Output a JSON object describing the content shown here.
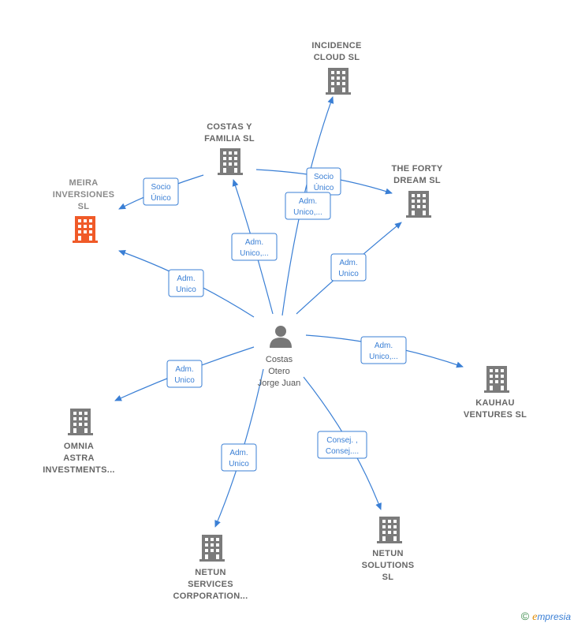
{
  "colors": {
    "edge": "#3a7fd5",
    "building": "#7b7b7b",
    "building_highlight": "#f05a28",
    "person": "#777777"
  },
  "center": {
    "label_lines": [
      "Costas",
      "Otero",
      "Jorge Juan"
    ],
    "icon": "person-icon"
  },
  "nodes": [
    {
      "id": "meira",
      "lines": [
        "MEIRA",
        "INVERSIONES",
        "SL"
      ],
      "highlight": true
    },
    {
      "id": "costas-familia",
      "lines": [
        "COSTAS Y",
        "FAMILIA  SL"
      ]
    },
    {
      "id": "incidence",
      "lines": [
        "INCIDENCE",
        "CLOUD  SL"
      ]
    },
    {
      "id": "forty-dream",
      "lines": [
        "THE FORTY",
        "DREAM  SL"
      ]
    },
    {
      "id": "kauhau",
      "lines": [
        "KAUHAU",
        "VENTURES  SL"
      ]
    },
    {
      "id": "omnia",
      "lines": [
        "OMNIA",
        "ASTRA",
        "INVESTMENTS..."
      ]
    },
    {
      "id": "netun-services",
      "lines": [
        "NETUN",
        "SERVICES",
        "CORPORATION..."
      ]
    },
    {
      "id": "netun-solutions",
      "lines": [
        "NETUN",
        "SOLUTIONS",
        "SL"
      ]
    }
  ],
  "relations": [
    {
      "id": "r-familia-meira",
      "lines": [
        "Socio",
        "Único"
      ]
    },
    {
      "id": "r-familia-forty",
      "lines": [
        "Socio",
        "Único"
      ]
    },
    {
      "id": "r-center-incidence",
      "lines": [
        "Adm.",
        "Unico,..."
      ]
    },
    {
      "id": "r-center-familia",
      "lines": [
        "Adm.",
        "Unico,..."
      ]
    },
    {
      "id": "r-center-meira",
      "lines": [
        "Adm.",
        "Unico"
      ]
    },
    {
      "id": "r-center-forty",
      "lines": [
        "Adm.",
        "Unico"
      ]
    },
    {
      "id": "r-center-kauhau",
      "lines": [
        "Adm.",
        "Unico,..."
      ]
    },
    {
      "id": "r-center-omnia",
      "lines": [
        "Adm.",
        "Unico"
      ]
    },
    {
      "id": "r-center-services",
      "lines": [
        "Adm.",
        "Unico"
      ]
    },
    {
      "id": "r-center-solutions",
      "lines": [
        "Consej. ,",
        "Consej...."
      ]
    }
  ],
  "brand": {
    "copyright": "©",
    "initial": "e",
    "rest": "mpresia"
  }
}
